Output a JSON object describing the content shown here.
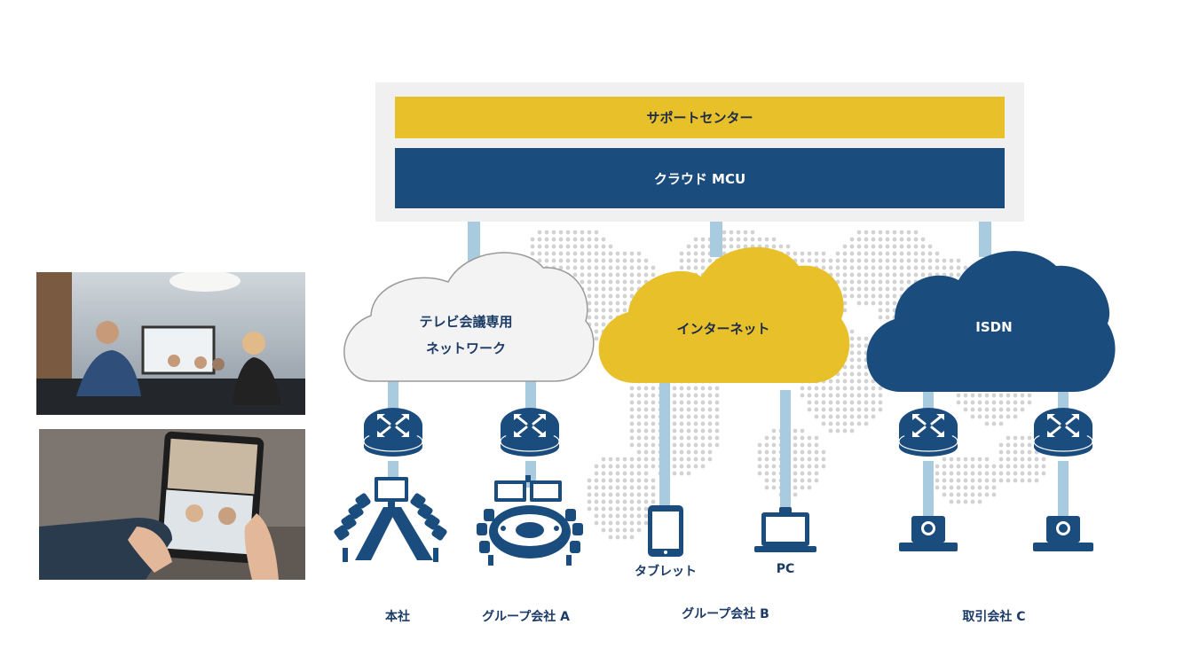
{
  "support_center": "サポートセンター",
  "cloud_mcu": "クラウド MCU",
  "networks": {
    "dedicated_line1": "テレビ会議専用",
    "dedicated_line2": "ネットワーク",
    "internet": "インターネット",
    "isdn": "ISDN"
  },
  "devices": {
    "tablet": "タブレット",
    "pc": "PC"
  },
  "sites": {
    "hq": "本社",
    "group_a": "グループ会社 A",
    "group_b": "グループ会社 B",
    "partner_c": "取引会社 C"
  },
  "colors": {
    "navy": "#1b4c7e",
    "yellow": "#e8c02a",
    "link": "#a9cbe0",
    "cloud_gray": "#f3f3f3",
    "map_dots": "#d3d3d3"
  },
  "icons": [
    "router-icon",
    "boardroom-icon",
    "conference-room-icon",
    "tablet-icon",
    "laptop-icon",
    "video-terminal-icon",
    "world-map-dots"
  ]
}
